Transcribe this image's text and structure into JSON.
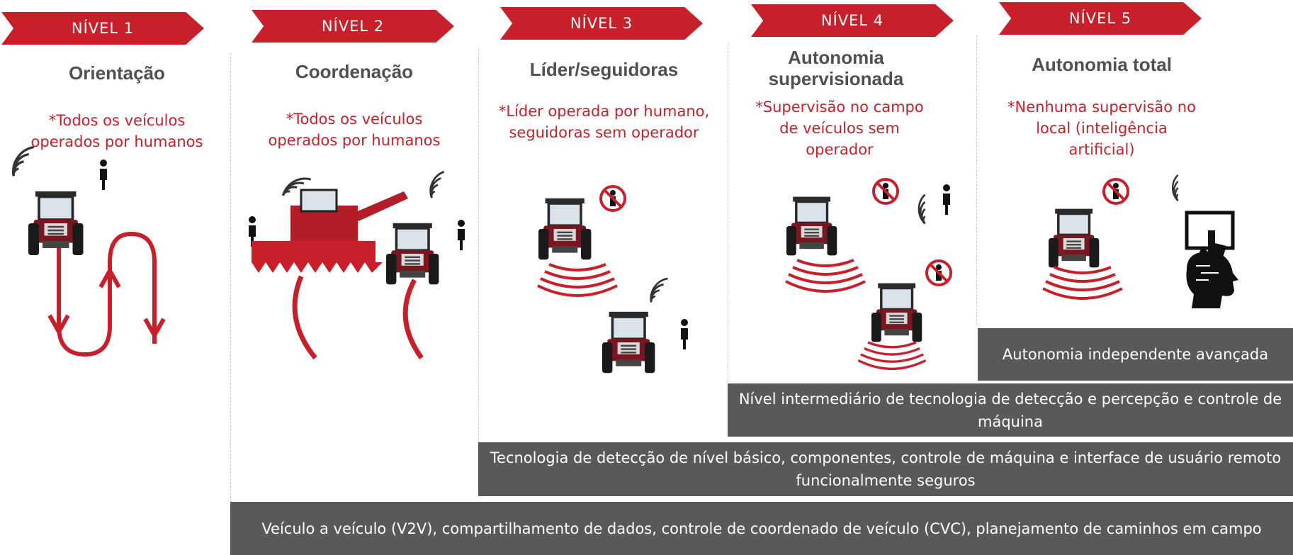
{
  "levels": [
    {
      "badge": "NÍVEL 1",
      "title": "Orientação",
      "description": "*Todos os veículos operados por humanos"
    },
    {
      "badge": "NÍVEL 2",
      "title": "Coordenação",
      "description": "*Todos os veículos operados por humanos"
    },
    {
      "badge": "NÍVEL 3",
      "title": "Líder/seguidoras",
      "description": "*Líder operada por humano, seguidoras sem operador"
    },
    {
      "badge": "NÍVEL 4",
      "title": "Autonomia supervisionada",
      "description": "*Supervisão no campo de veículos sem operador"
    },
    {
      "badge": "NÍVEL 5",
      "title": "Autonomia total",
      "description": "*Nenhuma supervisão no local (inteligência artificial)"
    }
  ],
  "tech_bars": [
    {
      "text": "Autonomia independente avançada"
    },
    {
      "text": "Nível intermediário de tecnologia de detecção e percepção e controle de máquina"
    },
    {
      "text": "Tecnologia de detecção de nível básico, componentes, controle de máquina e interface de usuário remoto funcionalmente seguros"
    },
    {
      "text": "Veículo a veículo (V2V), compartilhamento de dados, controle de coordenado de veículo (CVC), planejamento de caminhos em campo"
    }
  ],
  "colors": {
    "accent": "#c8202a",
    "bar": "#595959",
    "title": "#505050"
  },
  "icons": [
    "tractor-icon",
    "person-icon",
    "signal-icon",
    "no-operator-icon",
    "tablet-touch-icon",
    "ai-head-icon",
    "path-arrow-icon",
    "combine-harvester-icon"
  ]
}
